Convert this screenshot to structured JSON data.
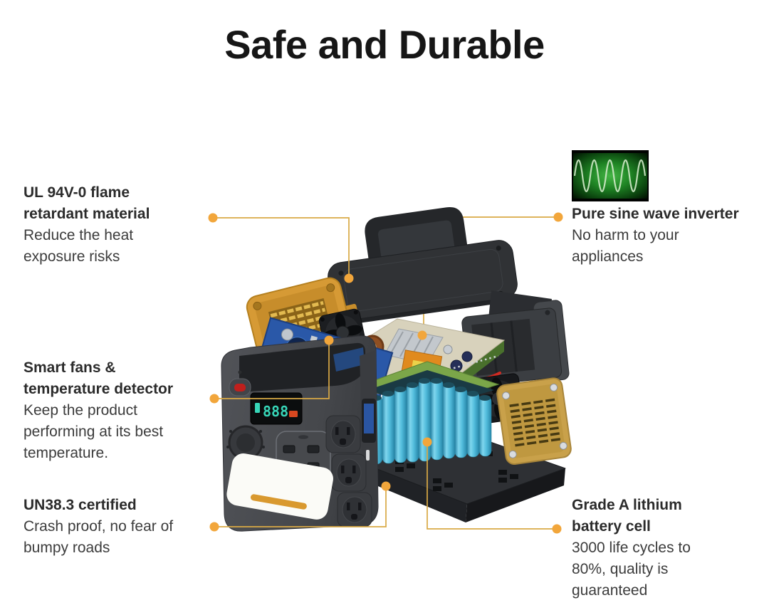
{
  "title": "Safe and Durable",
  "theme": {
    "background": "#ffffff",
    "connector_line_color": "#d9a945",
    "connector_dot_color": "#f2a63b",
    "heading_color": "#2b2b2b",
    "body_color": "#3c3c3c",
    "sine_wave_green": "#2f9e32"
  },
  "callouts": {
    "left": [
      {
        "heading": "UL 94V-0 flame\nretardant material",
        "body": "Reduce the heat\nexposure risks"
      },
      {
        "heading": "Smart fans &\ntemperature detector",
        "body": "Keep the product\nperforming at its best\ntemperature."
      },
      {
        "heading": "UN38.3 certified",
        "body": "Crash proof, no fear of\nbumpy roads"
      }
    ],
    "right": [
      {
        "icon": "sine-wave-image",
        "heading": "Pure sine wave inverter",
        "body": "No harm to your\nappliances"
      },
      {
        "heading": "Grade A lithium\nbattery cell",
        "body": "3000 life cycles to\n80%, quality is\nguaranteed"
      }
    ]
  },
  "product": {
    "display_value": "888"
  }
}
